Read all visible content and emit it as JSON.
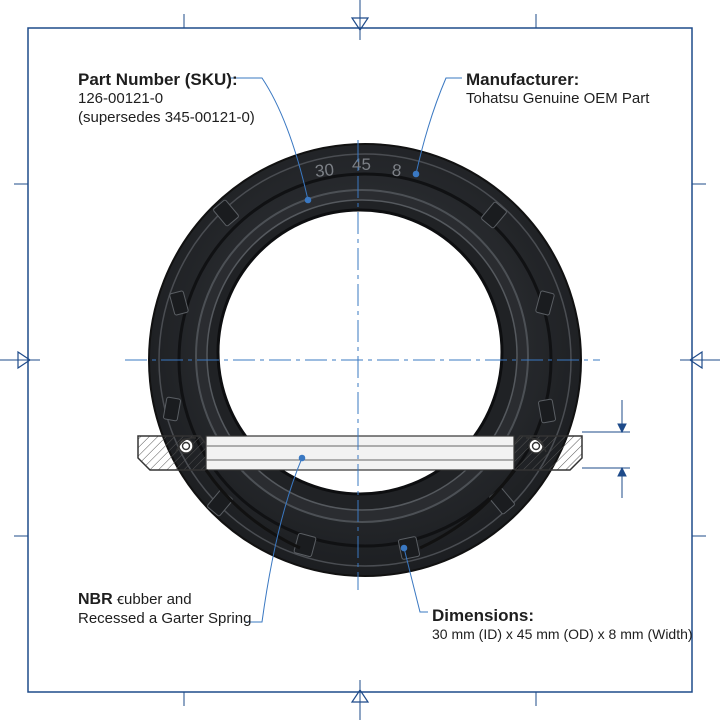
{
  "markings": {
    "id": "30",
    "od": "45",
    "width": "8"
  },
  "callouts": {
    "part_number": {
      "title": "Part Number (SKU):",
      "line1": "126-00121-0",
      "line2": "(supersedes 345-00121-0)"
    },
    "manufacturer": {
      "title": "Manufacturer:",
      "line1": "Tohatsu Genuine OEM Part"
    },
    "material": {
      "bold": "NBR",
      "rest": " ꞓubber and",
      "line2": "Recessed a Garter Spring"
    },
    "dimensions": {
      "title": "Dimensions:",
      "line1": "30 mm (ID) x 45 mm (OD) x 8 mm (Width)"
    }
  },
  "colors": {
    "frame": "#1e4b8a",
    "leader": "#3a78c2",
    "seal": "#2b2e32",
    "seal_dark": "#15171a",
    "text": "#1e1e1e"
  }
}
